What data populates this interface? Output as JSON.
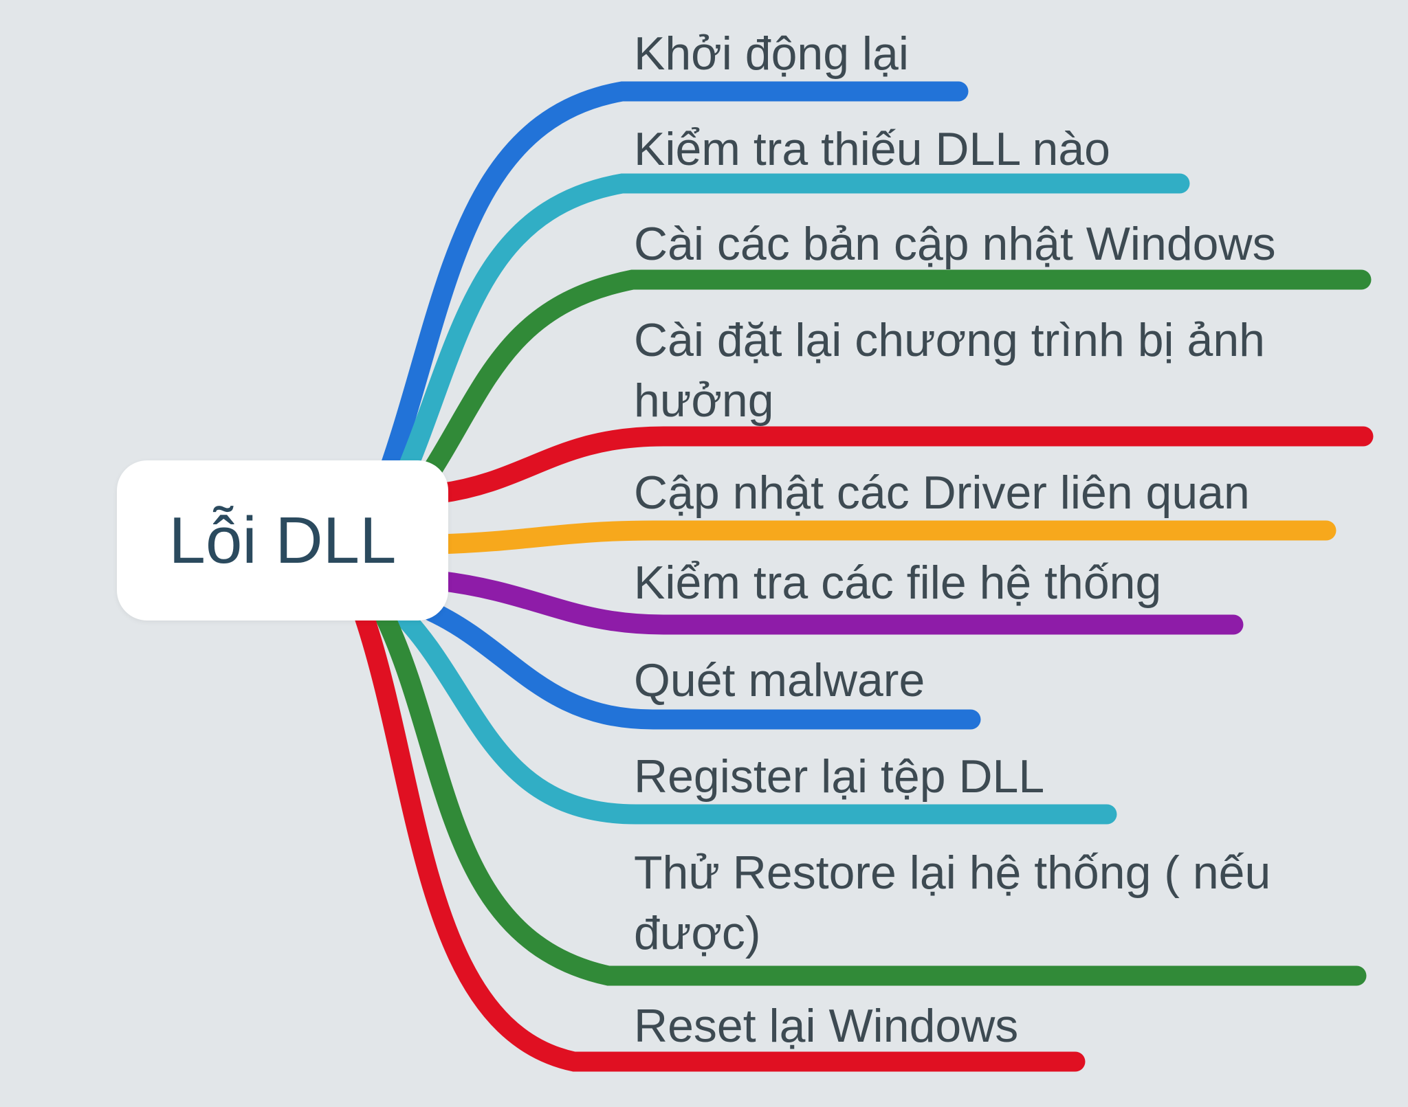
{
  "diagram": {
    "type": "mindmap",
    "background_color": "#e2e6e9",
    "label_text_color": "#3d4a52",
    "root": {
      "label": "Lỗi DLL",
      "bg_color": "#ffffff",
      "text_color": "#2b4a5e"
    },
    "branches": [
      {
        "label": "Khởi động lại",
        "color": "#2273d8"
      },
      {
        "label": "Kiểm tra thiếu DLL nào",
        "color": "#31aec5"
      },
      {
        "label": "Cài các bản cập nhật Windows",
        "color": "#318a38"
      },
      {
        "label": "Cài đặt lại chương trình bị ảnh hưởng",
        "color": "#e01022"
      },
      {
        "label": "Cập nhật các Driver liên quan",
        "color": "#f7a81c"
      },
      {
        "label": "Kiểm tra các file hệ thống",
        "color": "#8e1ca8"
      },
      {
        "label": "Quét malware",
        "color": "#2273d8"
      },
      {
        "label": "Register lại tệp DLL",
        "color": "#31aec5"
      },
      {
        "label": "Thử Restore lại hệ thống ( nếu được)",
        "color": "#318a38"
      },
      {
        "label": "Reset lại Windows",
        "color": "#e01022"
      }
    ]
  }
}
